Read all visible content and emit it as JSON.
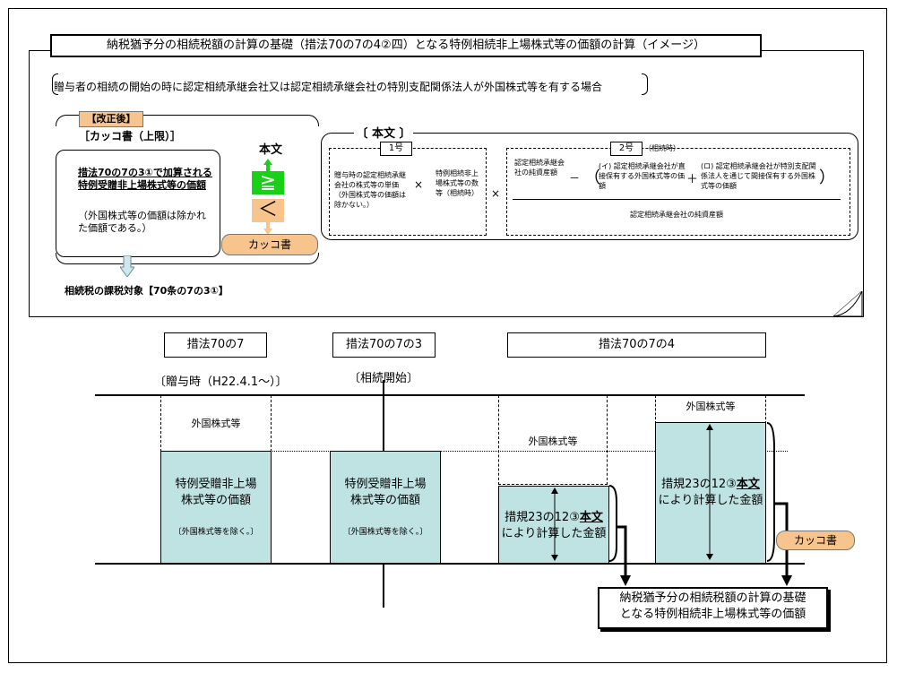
{
  "title": "納税猶予分の相続税額の計算の基礎（措法70の7の4②四）となる特例相続非上場株式等の価額の計算（イメージ）",
  "condition": "贈与者の相続の開始の時に認定相続承継会社又は認定相続承継会社の特別支配関係法人が外国株式等を有する場合",
  "left_section": {
    "revision_label": "【改正後】",
    "kakko_upper": "［カッコ書（上限）］",
    "box_main": "措法70の7の3①で加算される特例受贈非上場株式等の価額",
    "box_sub": "（外国株式等の価額は除かれた価額である。）",
    "honbun": "本文",
    "ge": "≧",
    "lt": "＜",
    "kakko_tag": "カッコ書",
    "tax_target": "相続税の課税対象【70条の7の3①】"
  },
  "formula": {
    "honbun_title": "〔 本文 〕",
    "term1_tag": "1号",
    "term1_a": "贈与時の認定相続承継会社の株式等の単価（外国株式等の価額は除かない。）",
    "times1": "×",
    "term1_b": "特例相続非上場株式等の数等（相続時）",
    "times2": "×",
    "term2_tag": "2号",
    "term2_tag_sub": "（相続時）",
    "term2_numer_a": "認定相続承継会社の純資産額",
    "minus": "－",
    "term2_i_open": "（",
    "term2_i": "(イ) 認定相続承継会社が直接保有する外国株式等の価額",
    "plus": "＋",
    "term2_ro": "(ロ) 認定相続承継会社が特別支配関係法人を通じて間接保有する外国株式等の価額",
    "term2_close": "）",
    "term2_denom": "認定相続承継会社の純資産額"
  },
  "timeline": {
    "col1_header": "措法70の7",
    "col1_event": "〔贈与時（H22.4.1～）〕",
    "col1_foreign": "外国株式等",
    "col1_main": "特例受贈非上場株式等の価額",
    "col1_note": "〔外国株式等を除く。〕",
    "col2_header": "措法70の7の3",
    "col2_event": "〔相続開始〕",
    "col2_main": "特例受贈非上場株式等の価額",
    "col2_note": "〔外国株式等を除く。〕",
    "col3_header": "措法70の7の4",
    "col3_foreign": "外国株式等",
    "col3_main_a": "措規23の12③",
    "col3_main_b": "本文",
    "col3_main_c": "により計算した金額",
    "col4_foreign": "外国株式等",
    "col4_main_a": "措規23の12③",
    "col4_main_b": "本文",
    "col4_main_c": "により計算した金額",
    "kakko_tag": "カッコ書",
    "result_line1": "納税猶予分の相続税額の計算の基礎",
    "result_line2": "となる特例相続非上場株式等の価額"
  }
}
